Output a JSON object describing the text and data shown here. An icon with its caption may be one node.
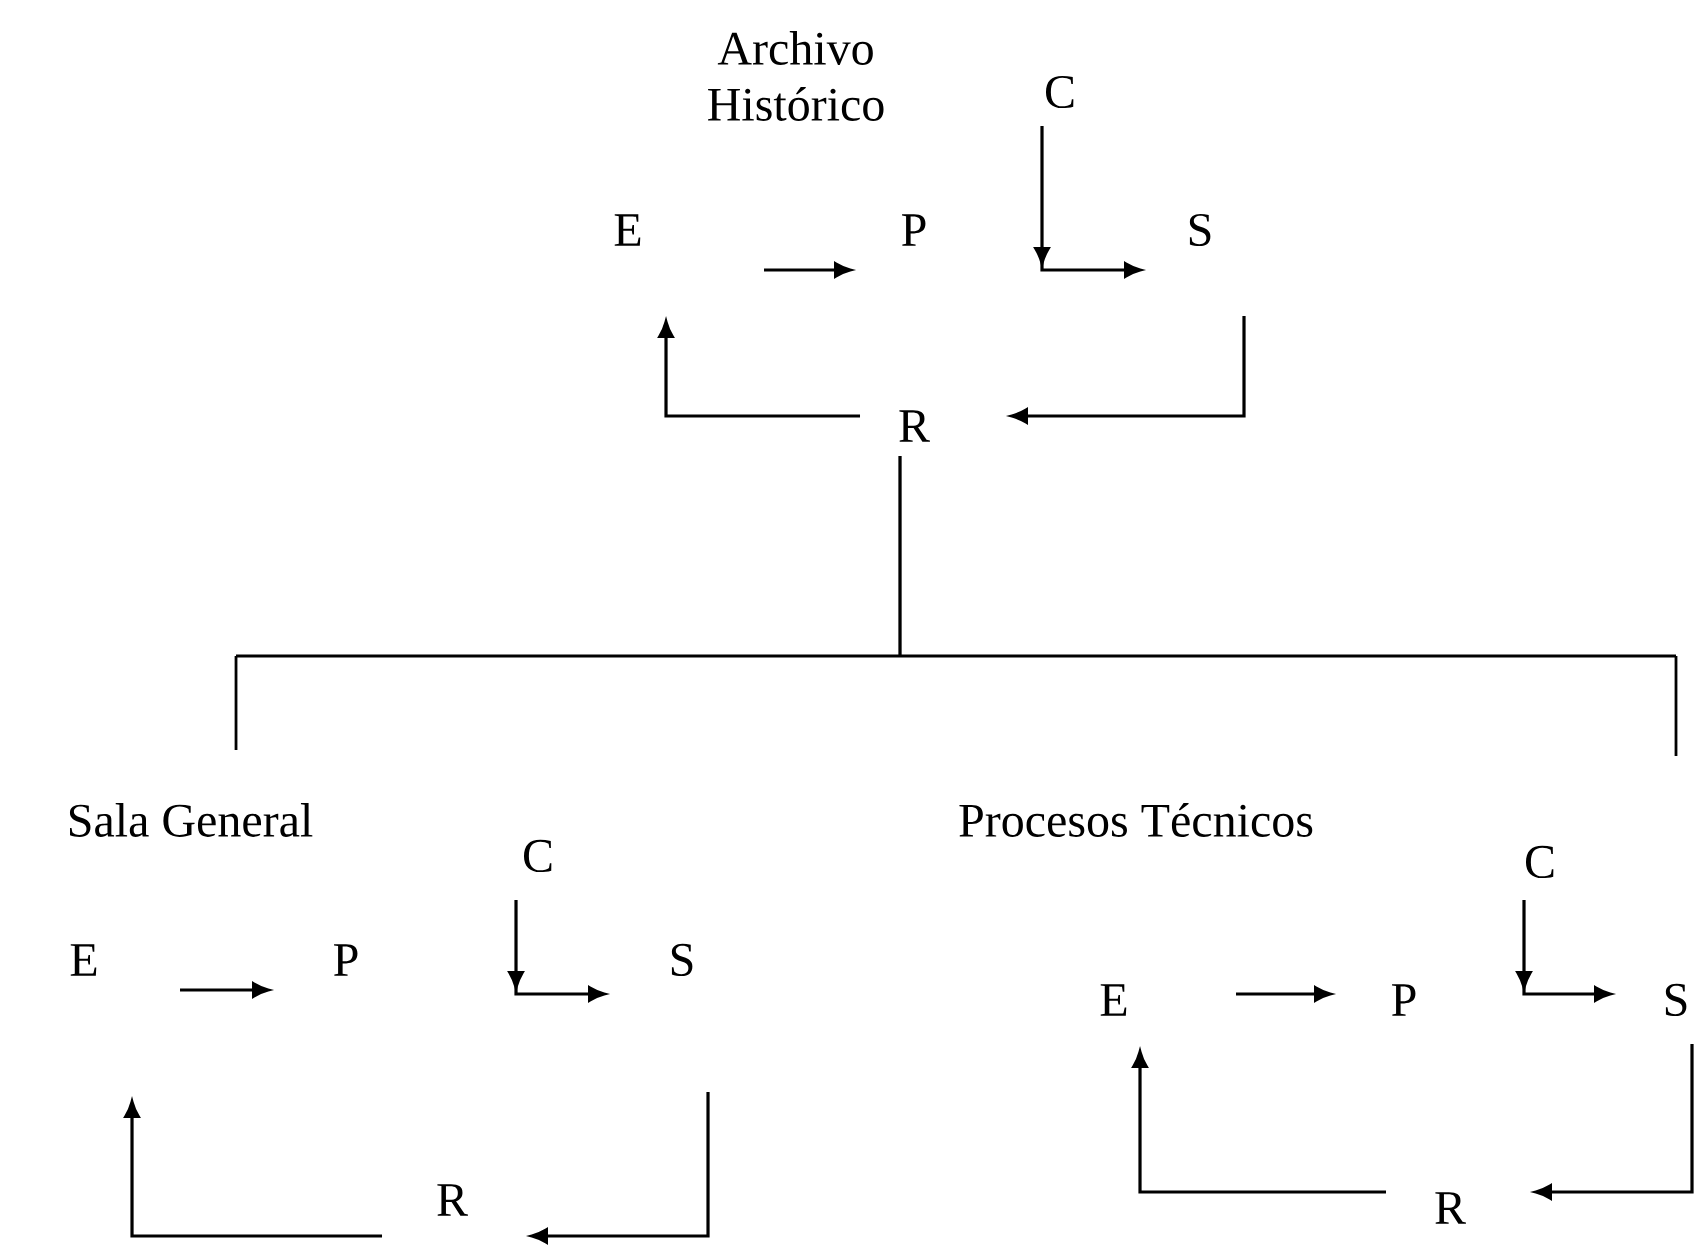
{
  "diagram": {
    "nodes": [
      {
        "text": [
          "Archivo Histórico"
        ]
      },
      {
        "text": [
          "E"
        ]
      },
      {
        "text": [
          "P"
        ]
      },
      {
        "text": [
          "C"
        ]
      },
      {
        "text": [
          "S"
        ]
      },
      {
        "text": [
          "R"
        ]
      },
      {
        "text": [
          "Sala General"
        ]
      },
      {
        "text": [
          "E"
        ]
      },
      {
        "text": [
          "P"
        ]
      },
      {
        "text": [
          "C"
        ]
      },
      {
        "text": [
          "S"
        ]
      },
      {
        "text": [
          "R"
        ]
      },
      {
        "text": [
          "Procesos Técnicos"
        ]
      },
      {
        "text": [
          "E"
        ]
      },
      {
        "text": [
          "P"
        ]
      },
      {
        "text": [
          "C"
        ]
      },
      {
        "text": [
          "S"
        ]
      },
      {
        "text": [
          "R"
        ]
      }
    ],
    "edges": [
      {
        "from": 1,
        "to": 2,
        "arrow": "to"
      },
      {
        "from": 3,
        "to": 4,
        "arrow": "to"
      },
      {
        "from": 4,
        "to": 5,
        "arrow": "to"
      },
      {
        "from": 5,
        "to": 1,
        "arrow": "to"
      },
      {
        "from": 7,
        "to": 8,
        "arrow": "to"
      },
      {
        "from": 9,
        "to": 10,
        "arrow": "to"
      },
      {
        "from": 10,
        "to": 11,
        "arrow": "to"
      },
      {
        "from": 11,
        "to": 7,
        "arrow": "to"
      },
      {
        "from": 13,
        "to": 14,
        "arrow": "to"
      },
      {
        "from": 15,
        "to": 16,
        "arrow": "to"
      },
      {
        "from": 16,
        "to": 17,
        "arrow": "to"
      },
      {
        "from": 17,
        "to": 13,
        "arrow": "to"
      },
      {
        "from": 5,
        "to": 6,
        "arrow": "none"
      },
      {
        "from": 5,
        "to": null,
        "arrow": "none"
      }
    ]
  }
}
